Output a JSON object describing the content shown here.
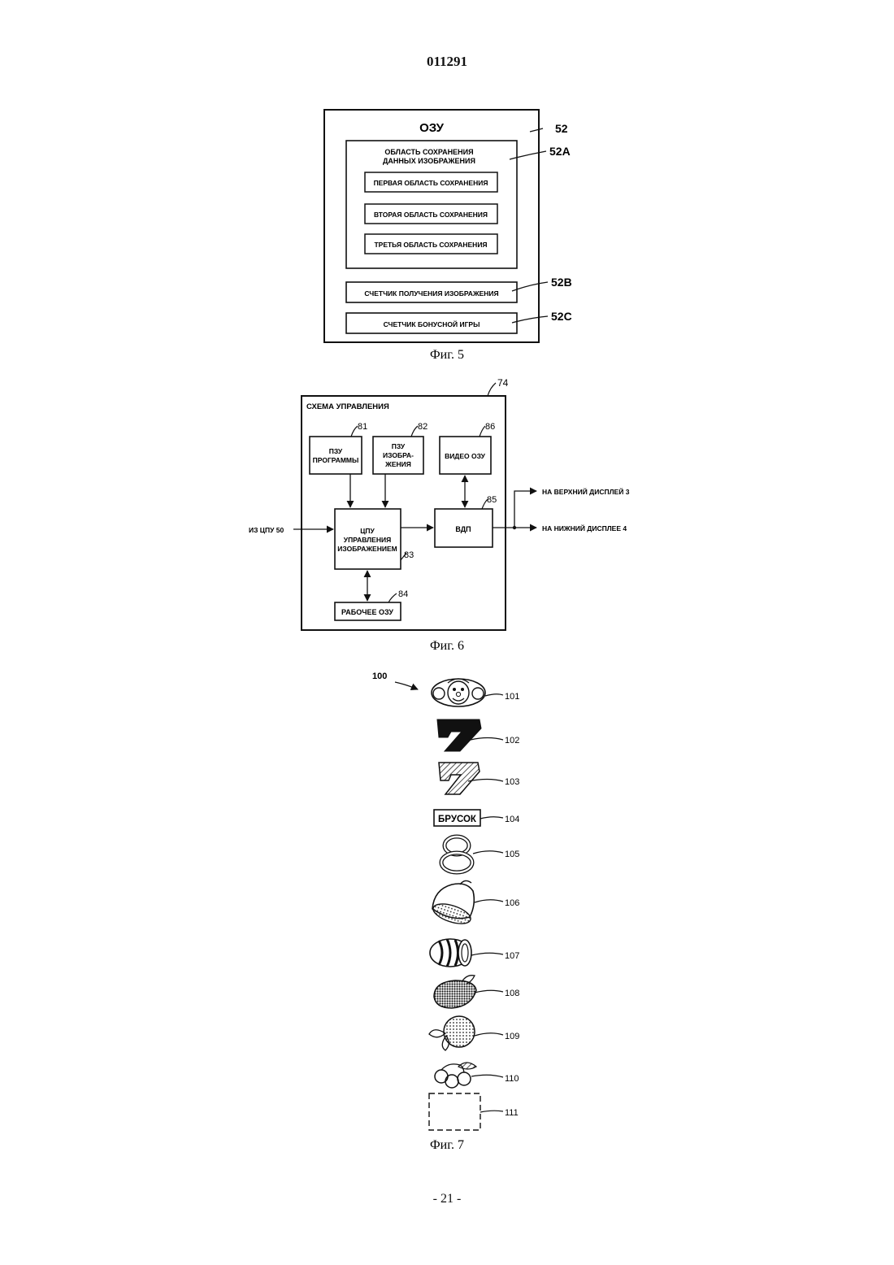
{
  "document": {
    "number": "011291",
    "page": "- 21 -"
  },
  "fig5": {
    "caption": "Фиг. 5",
    "title": "ОЗУ",
    "ref": "52",
    "storage_area": {
      "title_line1": "ОБЛАСТЬ СОХРАНЕНИЯ",
      "title_line2": "ДАННЫХ ИЗОБРАЖЕНИЯ",
      "ref": "52A",
      "items": [
        "ПЕРВАЯ ОБЛАСТЬ СОХРАНЕНИЯ",
        "ВТОРАЯ ОБЛАСТЬ СОХРАНЕНИЯ",
        "ТРЕТЬЯ ОБЛАСТЬ СОХРАНЕНИЯ"
      ]
    },
    "counter_image": {
      "label": "СЧЕТЧИК ПОЛУЧЕНИЯ ИЗОБРАЖЕНИЯ",
      "ref": "52B"
    },
    "counter_bonus": {
      "label": "СЧЕТЧИК БОНУСНОЙ ИГРЫ",
      "ref": "52C"
    }
  },
  "fig6": {
    "caption": "Фиг. 6",
    "title": "СХЕМА УПРАВЛЕНИЯ",
    "ref": "74",
    "program_rom": {
      "line1": "ПЗУ",
      "line2": "ПРОГРАММЫ",
      "ref": "81"
    },
    "image_rom": {
      "line1": "ПЗУ",
      "line2": "ИЗОБРА-",
      "line3": "ЖЕНИЯ",
      "ref": "82"
    },
    "video_ram": {
      "label": "ВИДЕО ОЗУ",
      "ref": "86"
    },
    "cpu": {
      "line1": "ЦПУ",
      "line2": "УПРАВЛЕНИЯ",
      "line3": "ИЗОБРАЖЕНИЕМ",
      "ref": "83"
    },
    "vdp": {
      "label": "ВДП",
      "ref": "85"
    },
    "work_ram": {
      "label": "РАБОЧЕЕ ОЗУ",
      "ref": "84"
    },
    "input_label": "ИЗ ЦПУ 50",
    "output_upper": "НА ВЕРХНИЙ ДИСПЛЕЙ 3",
    "output_lower": "НА НИЖНИЙ ДИСПЛЕЕ 4"
  },
  "fig7": {
    "caption": "Фиг. 7",
    "group_ref": "100",
    "symbols": [
      {
        "ref": "101",
        "icon": "clown-face-icon"
      },
      {
        "ref": "102",
        "icon": "black-seven-icon"
      },
      {
        "ref": "103",
        "icon": "hatched-seven-icon"
      },
      {
        "ref": "104",
        "icon": "bar-icon",
        "text": "БРУСОК"
      },
      {
        "ref": "105",
        "icon": "eight-icon",
        "text": "8"
      },
      {
        "ref": "106",
        "icon": "bell-icon"
      },
      {
        "ref": "107",
        "icon": "watermelon-icon"
      },
      {
        "ref": "108",
        "icon": "strawberry-icon"
      },
      {
        "ref": "109",
        "icon": "orange-icon"
      },
      {
        "ref": "110",
        "icon": "cherries-icon"
      },
      {
        "ref": "111",
        "icon": "blank-icon"
      }
    ]
  }
}
